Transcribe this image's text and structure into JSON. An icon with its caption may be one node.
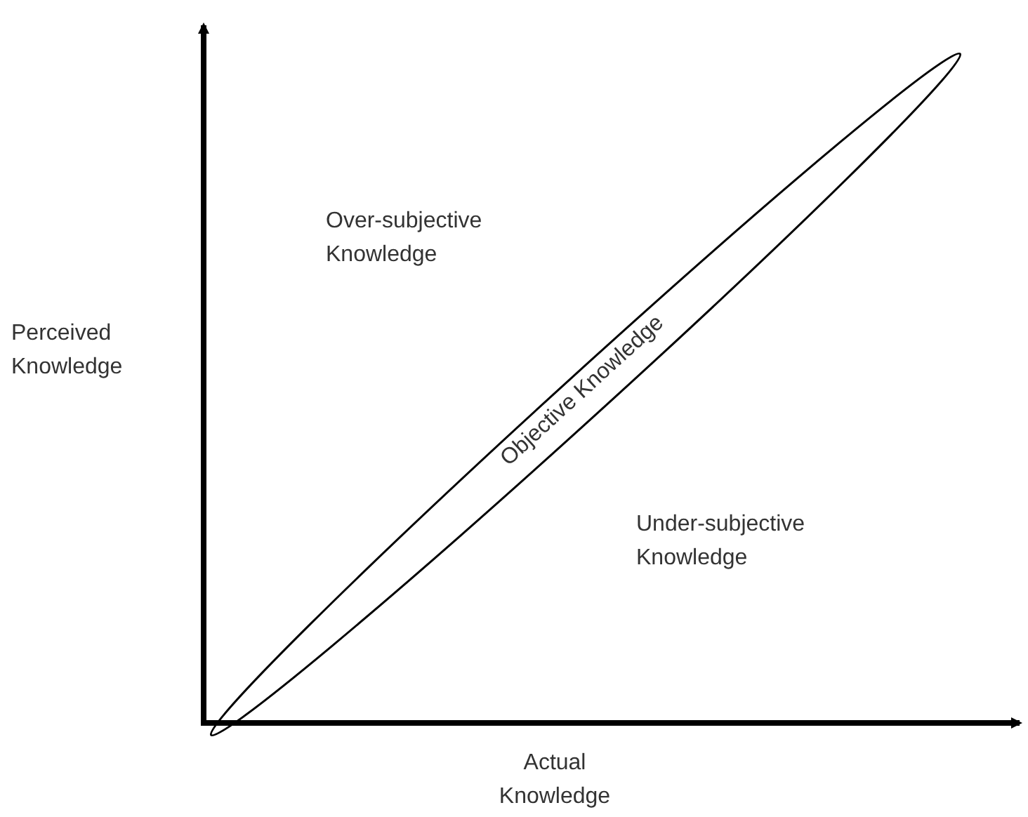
{
  "diagram": {
    "nodes": [
      {
        "text": [
          "Objective Knowledge"
        ]
      }
    ],
    "edges": [],
    "labels": [
      "Over-subjective Knowledge",
      "Perceived Knowledge",
      "Under-subjective Knowledge",
      "Actual Knowledge"
    ]
  }
}
